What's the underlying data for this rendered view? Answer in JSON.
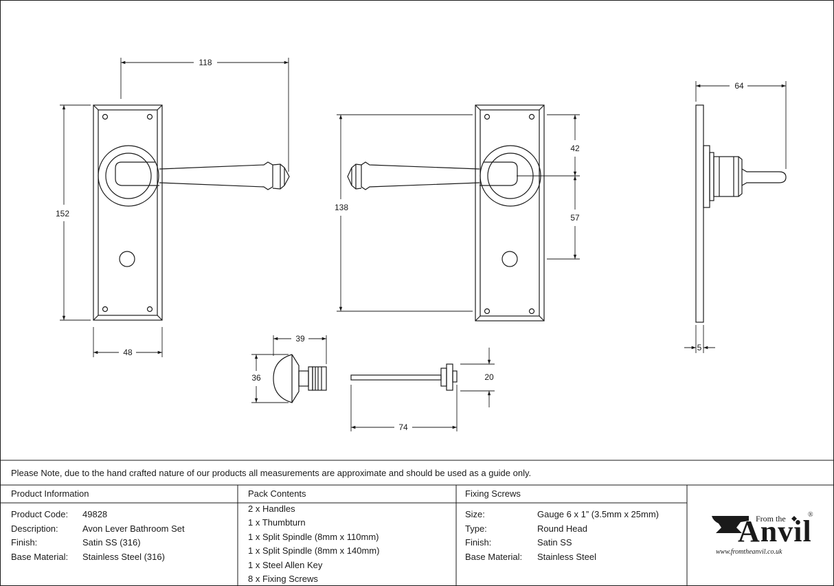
{
  "drawing": {
    "dimensions": {
      "front_width_top": "118",
      "front_height": "152",
      "front_plate_width": "48",
      "rear_height": "138",
      "rear_upper": "42",
      "rear_lower": "57",
      "side_projection": "64",
      "side_plate_thickness": "5",
      "thumbturn_length": "39",
      "thumbturn_height": "36",
      "spindle_length": "74",
      "spindle_height": "20"
    }
  },
  "note": "Please Note, due to the hand crafted nature of our products all measurements are approximate and should be used as a guide only.",
  "product_info": {
    "header": "Product Information",
    "rows": [
      {
        "label": "Product Code:",
        "value": "49828"
      },
      {
        "label": "Description:",
        "value": "Avon Lever Bathroom Set"
      },
      {
        "label": "Finish:",
        "value": "Satin SS (316)"
      },
      {
        "label": "Base Material:",
        "value": "Stainless Steel (316)"
      }
    ]
  },
  "pack_contents": {
    "header": "Pack Contents",
    "items": [
      "2 x Handles",
      "1 x Thumbturn",
      "1 x Split Spindle (8mm x 110mm)",
      "1 x Split Spindle (8mm x 140mm)",
      "1 x Steel Allen Key",
      "8 x Fixing Screws"
    ]
  },
  "fixing_screws": {
    "header": "Fixing Screws",
    "rows": [
      {
        "label": "Size:",
        "value": "Gauge 6 x 1” (3.5mm x 25mm)"
      },
      {
        "label": "Type:",
        "value": "Round Head"
      },
      {
        "label": "Finish:",
        "value": "Satin SS"
      },
      {
        "label": "Base Material:",
        "value": "Stainless Steel"
      }
    ]
  },
  "logo": {
    "from_the": "From the",
    "brand": "Anvil",
    "registered": "®",
    "url": "www.fromtheanvil.co.uk",
    "icon": "anvil-icon"
  }
}
